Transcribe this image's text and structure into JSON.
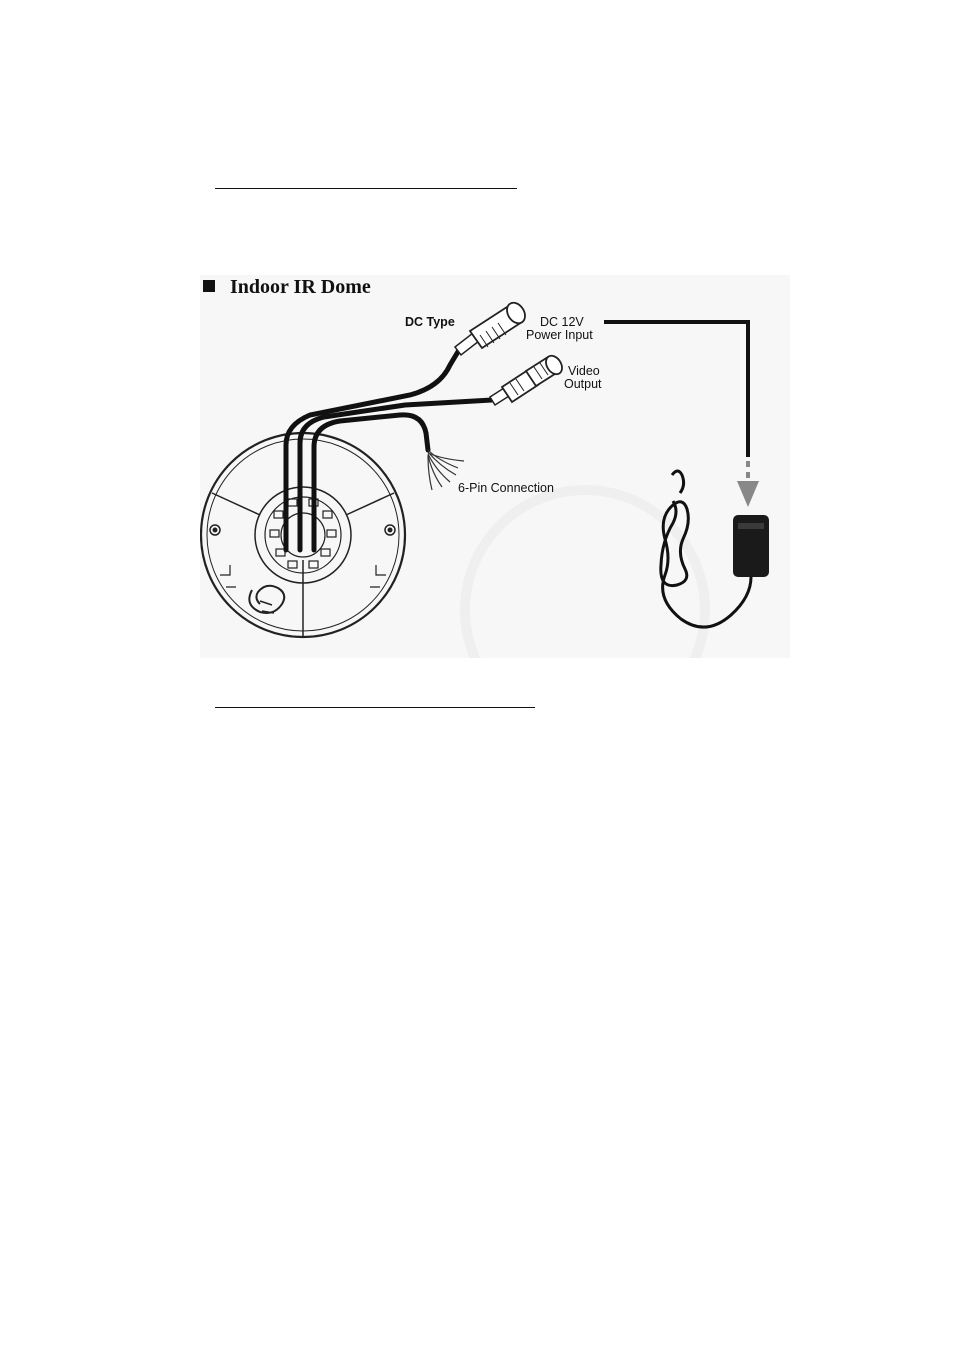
{
  "figure": {
    "title": "Indoor IR Dome",
    "labels": {
      "dc_type": "DC Type",
      "dc_power_line1": "DC 12V",
      "dc_power_line2": "Power Input",
      "video_line1": "Video",
      "video_line2": "Output",
      "six_pin": "6-Pin Connection"
    },
    "icons": [
      "title-square-bullet-icon",
      "dome-camera-base-icon",
      "dc-plug-icon",
      "bnc-connector-icon",
      "power-adapter-icon",
      "dashed-arrow-down-icon"
    ]
  }
}
